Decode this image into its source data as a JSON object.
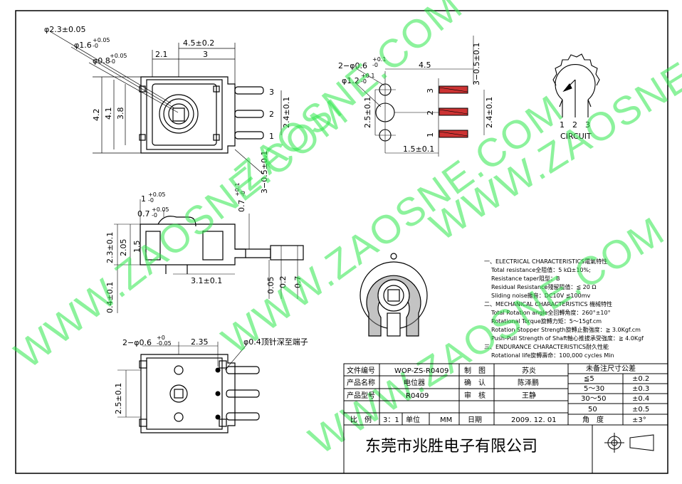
{
  "top_view_dims": {
    "d_hole": "φ2.3±0.05",
    "d_inner": "φ1.6",
    "d_inner_tol_up": "+0.05",
    "d_inner_tol_low": "-0",
    "d_shaft": "φ0.8",
    "d_shaft_tol_up": "+0.05",
    "d_shaft_tol_low": "-0",
    "w_21": "2.1",
    "w_3": "3",
    "w_45": "4.5±0.2",
    "h_42": "4.2",
    "h_41": "4.1",
    "h_38": "3.8",
    "pitch_24": "2.4±0.1",
    "pins_3_05": "3−0.5±0.1",
    "pin1": "1",
    "pin2": "2",
    "pin3": "3"
  },
  "pcb_view_dims": {
    "holes": "2−φ0.6",
    "holes_tol_up": "+0.1",
    "holes_tol_low": "-0",
    "big_hole": "φ1.2",
    "big_hole_tol_up": "+0.1",
    "big_hole_tol_low": "-0",
    "w_45": "4.5",
    "h_25": "2.5±0.1",
    "w_15": "1.5±0.1",
    "pad_3_05": "3−0.5±0.1",
    "pitch_24": "2.4±0.1",
    "pin3": "3",
    "pin2": "2",
    "pin1": "1"
  },
  "circuit": {
    "label": "CIRCUIT",
    "n1": "1",
    "n2": "2",
    "n3": "3"
  },
  "side_view_dims": {
    "d1": "1",
    "d1_up": "+0.05",
    "d1_low": "-0",
    "d07": "0.7",
    "d07_up": "+0.05",
    "d07_low": "-0",
    "d07b": "0.7",
    "d07b_up": "+0.1",
    "d07b_low": "-0",
    "h23": "2.3±0.1",
    "h205": "2.05",
    "h15": "1.5",
    "w31": "3.1±0.1",
    "h04": "0.4±0.1",
    "h005": "0.05",
    "h02": "0.2",
    "h07": "0.7"
  },
  "bottom_view_dims": {
    "holes": "2−φ0.6",
    "holes_up": "+0",
    "holes_low": "-0.05",
    "w235": "2.35",
    "pin_note": "φ0.4顶针深至端子",
    "h25": "2.5±0.1"
  },
  "specs": {
    "lines": [
      "一、ELECTRICAL CHARACTERISTICS電氣特性",
      "Total resistance全阻值：5 kΩ±10%;",
      "Resistance taper阻型：B",
      "Residual Resistance殘留阻值：≦ 20 Ω",
      "Sliding noise雜音：DC10V ≦100mv",
      "二、MECHANICAL CHARACTERISTICS  機械特性",
      "Total Rotation angle全回轉角度：260°±10°",
      "Rotational Torque旋轉力矩：5～15gf.cm",
      "Rotation Stopper Strength旋轉止動強度：≧ 3.0Kgf.cm",
      "Push-Pull Strength of Shaft軸心推拔承受強度：≧ 4.0Kgf",
      "三、ENDURANCE CHARACTERISTICS耐久性能",
      "Rotational life旋轉壽命：100,000 cycles Min"
    ]
  },
  "title_block": {
    "file_no_label": "文件编号",
    "file_no": "WOP-ZS-R0409",
    "product_name_label": "产品名称",
    "product_name": "电位器",
    "model_label": "产品型号",
    "model": "R0409",
    "scale_label": "比　例",
    "scale": "3：1",
    "unit_label": "单位",
    "unit": "MM",
    "draw_label": "制　图",
    "drawer": "苏炎",
    "confirm_label": "确　认",
    "confirmer": "陈泽鹏",
    "review_label": "审　核",
    "reviewer": "王静",
    "date_label": "日期",
    "date": "2009. 12. 01",
    "tolerance_header": "未备注尺寸公差",
    "tolerances": [
      {
        "range": "≦5",
        "tol": "±0.2"
      },
      {
        "range": "5～30",
        "tol": "±0.3"
      },
      {
        "range": "30～50",
        "tol": "±0.4"
      },
      {
        "range": "50",
        "tol": "±0.5"
      },
      {
        "range": "角　度",
        "tol": "±3°"
      }
    ],
    "company": "东莞市兆胜电子有限公司"
  },
  "watermarks": [
    "ZAOSNE.COM",
    "WWW.ZAOSNE.COM",
    "WWW.ZAOSNE.COM",
    "WWW.ZAOSNE.COM",
    "WWW.ZAOSNE.COM"
  ]
}
